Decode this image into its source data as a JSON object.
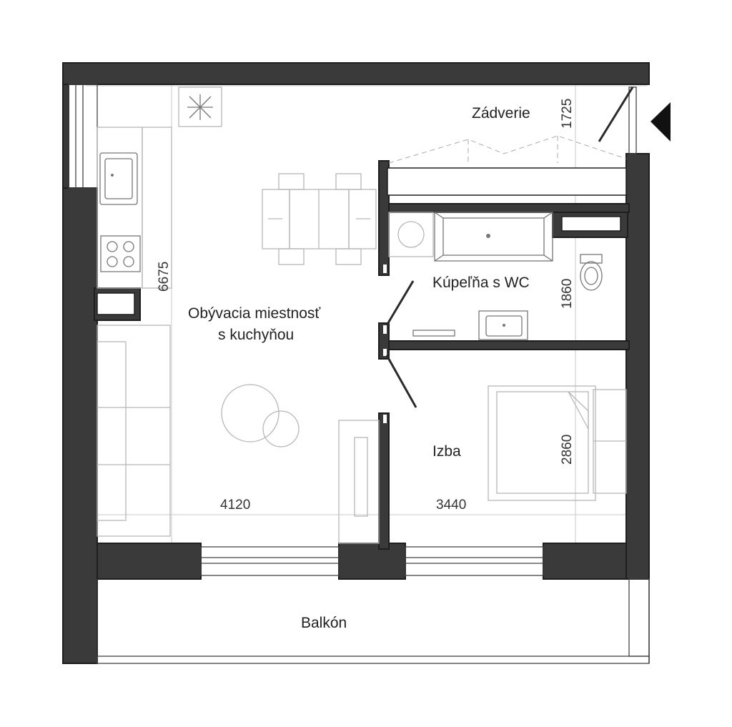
{
  "rooms": {
    "living": {
      "line1": "Obývacia miestnosť",
      "line2": "s kuchyňou"
    },
    "hall": "Zádverie",
    "bathroom": "Kúpeľňa s WC",
    "bedroom": "Izba",
    "balcony": "Balkón"
  },
  "dimensions": {
    "living_depth": "6675",
    "hall_width": "1725",
    "bathroom_depth": "1860",
    "bedroom_depth": "2860",
    "living_width": "4120",
    "bedroom_width": "3440"
  },
  "colors": {
    "wall": "#3a3a3a",
    "furniture": "#b7b7b7"
  }
}
